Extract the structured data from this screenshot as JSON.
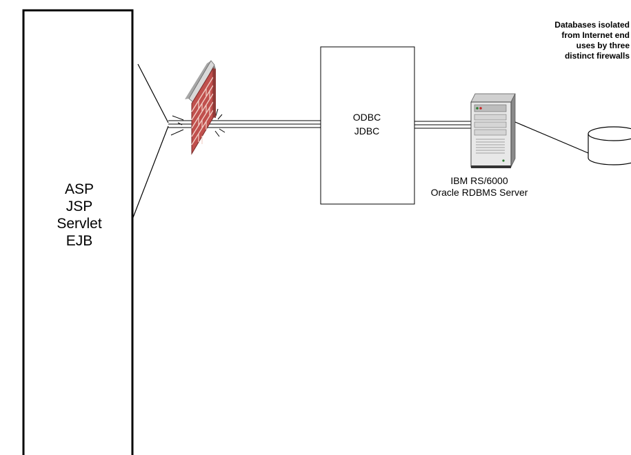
{
  "app_tier": {
    "lines": [
      "ASP",
      "JSP",
      "Servlet",
      "EJB"
    ]
  },
  "middleware": {
    "lines": [
      "ODBC",
      "JDBC"
    ]
  },
  "server": {
    "icon": "server-tower-icon",
    "caption_lines": [
      "IBM RS/6000",
      "Oracle RDBMS Server"
    ]
  },
  "firewall": {
    "icon": "brick-firewall-icon",
    "brick_color": "#c0504d",
    "mortar_color": "#f2d0c8"
  },
  "database": {
    "icon": "database-cylinder-icon"
  },
  "note": {
    "lines": [
      "Databases isolated",
      "from Internet end",
      "uses by three",
      "distinct firewalls"
    ]
  }
}
